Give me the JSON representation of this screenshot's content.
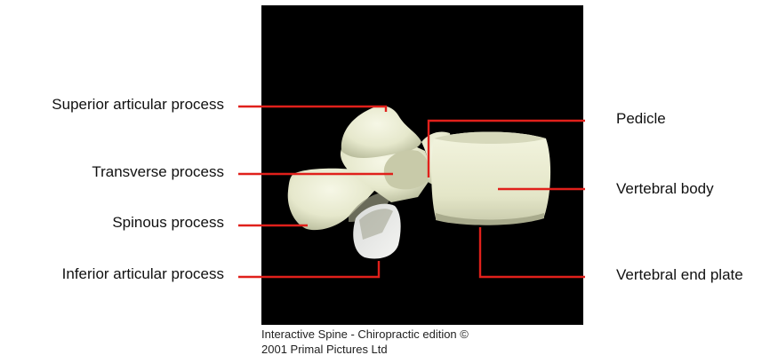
{
  "labels": {
    "superior_articular_process": "Superior articular process",
    "transverse_process": "Transverse process",
    "spinous_process": "Spinous process",
    "inferior_articular_process": "Inferior articular process",
    "pedicle": "Pedicle",
    "vertebral_body": "Vertebral body",
    "vertebral_end_plate": "Vertebral end plate"
  },
  "caption": {
    "line1": "Interactive Spine - Chiropractic edition ©",
    "line2": "2001 Primal Pictures Ltd"
  },
  "colors": {
    "leader_line": "#e0201b",
    "background_panel": "#000000",
    "bone": "#eef0d8"
  }
}
